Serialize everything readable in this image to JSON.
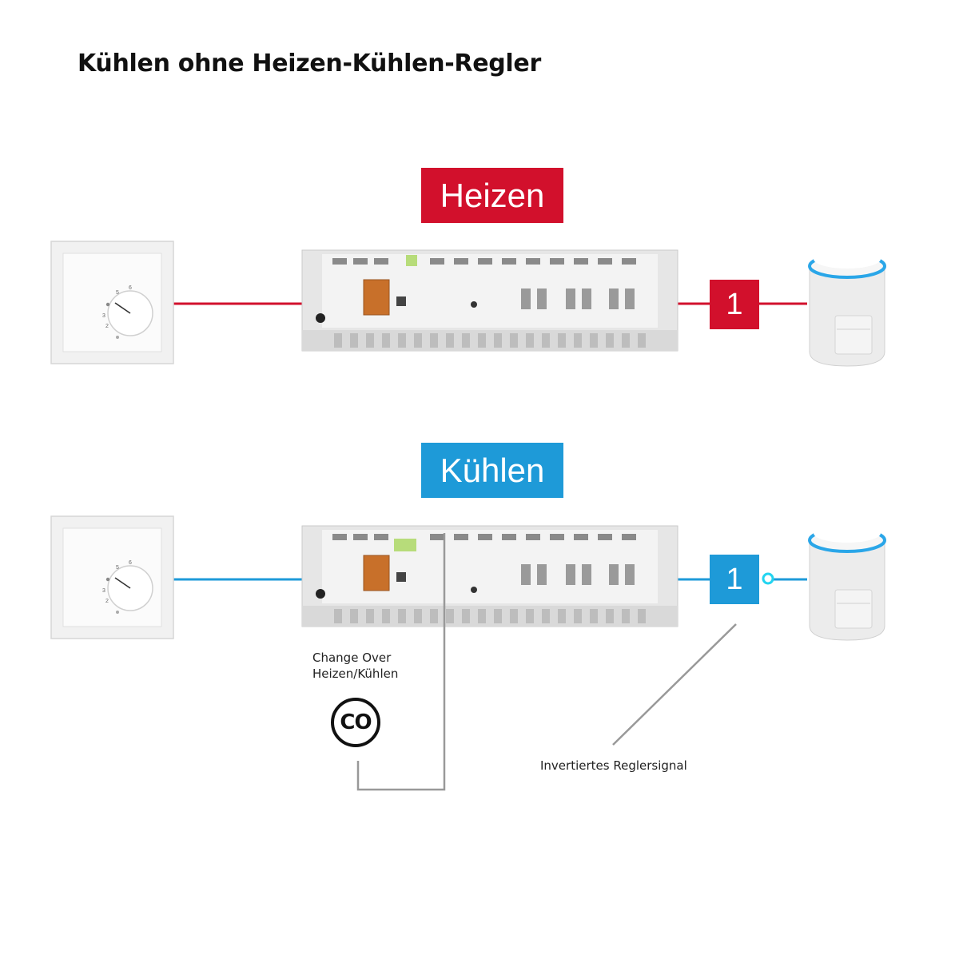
{
  "title": "Kühlen ohne Heizen-Kühlen-Regler",
  "heating": {
    "label": "Heizen",
    "channel": "1",
    "color": "#d2102c"
  },
  "cooling": {
    "label": "Kühlen",
    "channel": "1",
    "color": "#1e9ad8"
  },
  "change_over": {
    "line1": "Change Over",
    "line2": "Heizen/Kühlen",
    "symbol": "CO"
  },
  "inverted_signal": {
    "text": "Invertiertes Reglersignal"
  },
  "thermostat": {
    "scale": [
      "6",
      "5",
      "3",
      "2"
    ]
  },
  "colors": {
    "connector": "#999999",
    "device_body": "#e4e4e4",
    "transformer": "#c8702a",
    "actuator_ring": "#2aa6e8",
    "cool_node": "#22d4f0"
  }
}
